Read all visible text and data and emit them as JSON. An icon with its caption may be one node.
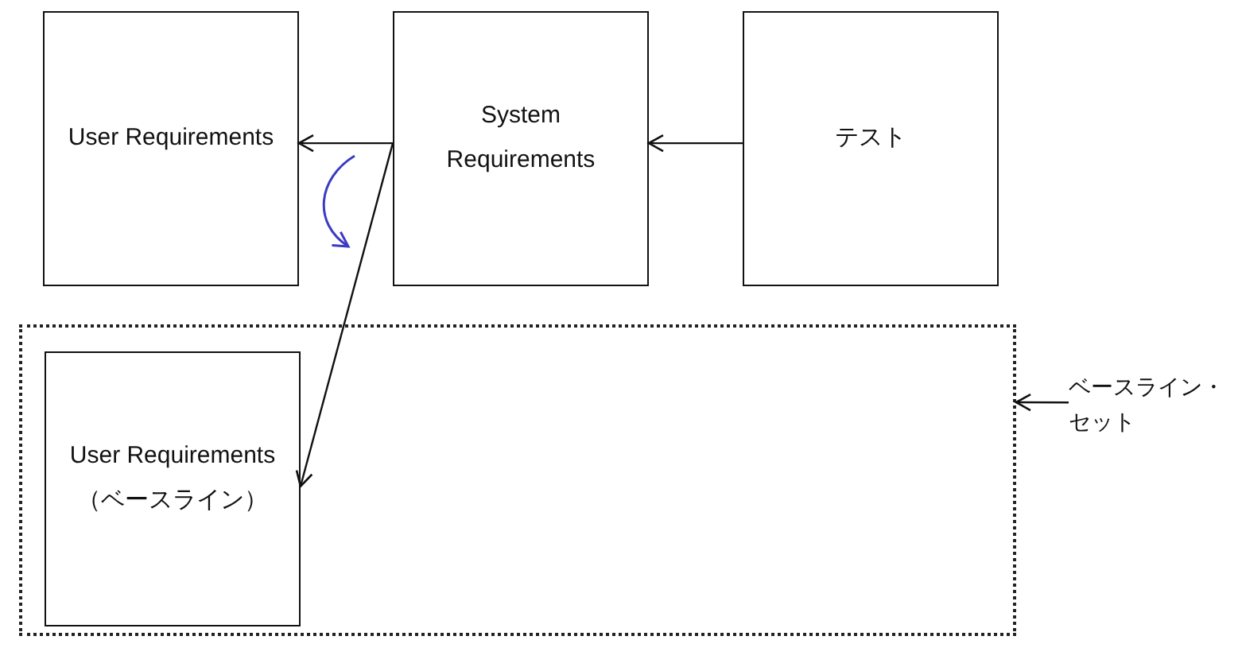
{
  "diagram": {
    "nodes": [
      {
        "text": [
          "User Requirements"
        ]
      },
      {
        "text": [
          "System Requirements"
        ]
      },
      {
        "text": [
          "テスト"
        ]
      },
      {
        "text": [],
        "shape": "box"
      },
      {
        "text": [
          "User Requirements （ベースライン）"
        ],
        "in": 3
      },
      {
        "text": [
          "ベースライン・セット"
        ]
      }
    ],
    "edges": [
      {
        "from": 1,
        "to": 0,
        "arrow": "to"
      },
      {
        "from": 2,
        "to": 1,
        "arrow": "to"
      },
      {
        "from": 1,
        "to": 4,
        "arrow": "to"
      },
      {
        "from": 5,
        "to": 3,
        "arrow": "to"
      }
    ]
  }
}
